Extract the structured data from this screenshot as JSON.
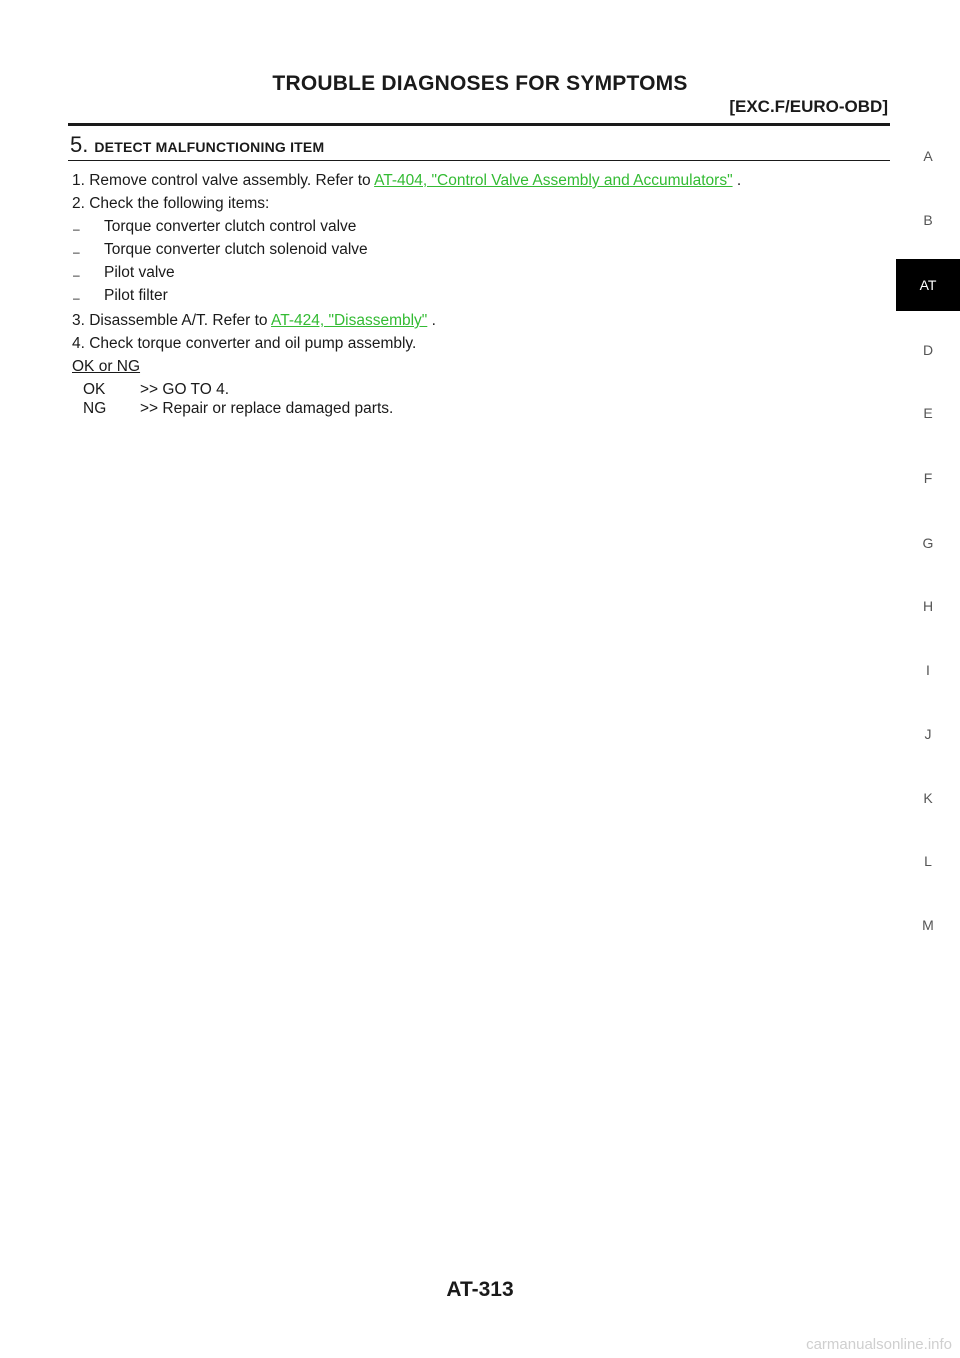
{
  "header": {
    "title": "TROUBLE DIAGNOSES FOR SYMPTOMS",
    "subtitle": "[EXC.F/EURO-OBD]"
  },
  "step": {
    "number": "5.",
    "title": "DETECT MALFUNCTIONING ITEM"
  },
  "instructions": {
    "line1_prefix": "1. Remove control valve assembly. Refer to ",
    "line1_link": "AT-404, \"Control Valve Assembly and Accumulators\"",
    "line1_suffix": " .",
    "line2": "2. Check the following items:",
    "items": [
      "Torque converter clutch control valve",
      "Torque converter clutch solenoid valve",
      "Pilot valve",
      "Pilot filter"
    ],
    "line3_prefix": "3. Disassemble A/T. Refer to ",
    "line3_link": "AT-424, \"Disassembly\"",
    "line3_suffix": " .",
    "line4": "4. Check torque converter and oil pump assembly."
  },
  "result": {
    "heading": "OK or NG",
    "ok_code": "OK",
    "ok_text": ">> GO TO 4.",
    "ng_code": "NG",
    "ng_text": ">> Repair or replace damaged parts."
  },
  "tabs": [
    "A",
    "B",
    "AT",
    "D",
    "E",
    "F",
    "G",
    "H",
    "I",
    "J",
    "K",
    "L",
    "M"
  ],
  "active_tab": "AT",
  "page_number": "AT-313",
  "watermark": "carmanualsonline.info"
}
